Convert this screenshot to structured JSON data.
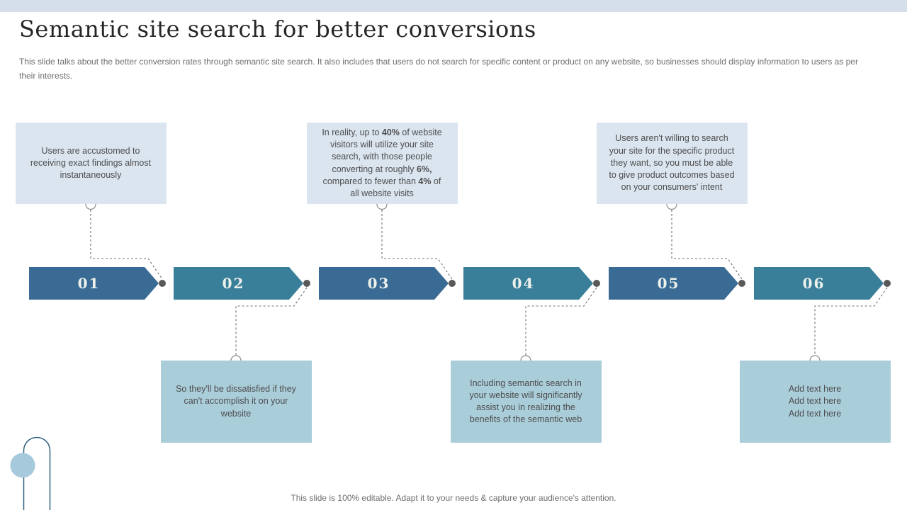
{
  "header": {
    "title": "Semantic site search for better conversions",
    "subtitle": "This slide talks about the better conversion rates through semantic site search. It also includes that users do not search for specific content or product on any website, so businesses should display information to users as per their interests."
  },
  "footer": {
    "note": "This slide is 100% editable. Adapt it to your needs & capture your audience's attention."
  },
  "colors": {
    "top_band": "#d5dfe9",
    "arrow_dark": "#3a6b94",
    "arrow_teal": "#3a7f9a",
    "number_text": "#eef2ec",
    "box_top_bg": "#dbe5f0",
    "box_bottom_bg": "#aacdda",
    "box_text": "#4d4d4d",
    "title_text": "#262626",
    "body_text": "#6e6e6e",
    "connector_line": "#707070",
    "connector_dot": "#595959",
    "open_circle_stroke": "#8c8c8c",
    "decoration_circle": "#a6c9dc",
    "decoration_stroke": "#30617f"
  },
  "steps": [
    {
      "number": "01",
      "variant": "dark",
      "box_position": "top",
      "lines": [
        [
          "Users are accustomed to receiving exact findings almost instantaneously"
        ]
      ]
    },
    {
      "number": "02",
      "variant": "teal",
      "box_position": "bottom",
      "lines": [
        [
          "So they'll be dissatisfied if they can't accomplish it on your website"
        ]
      ]
    },
    {
      "number": "03",
      "variant": "dark",
      "box_position": "top",
      "lines": [
        [
          "In reality, up to ",
          {
            "t": "40%",
            "b": true
          },
          " of website visitors will utilize your site search, with those people converting at roughly ",
          {
            "t": "6%,",
            "b": true
          },
          " compared to fewer than ",
          {
            "t": "4%",
            "b": true
          },
          " of all website visits"
        ]
      ]
    },
    {
      "number": "04",
      "variant": "teal",
      "box_position": "bottom",
      "lines": [
        [
          "Including semantic search in your website will significantly assist you in realizing the benefits of the semantic web"
        ]
      ]
    },
    {
      "number": "05",
      "variant": "dark",
      "box_position": "top",
      "lines": [
        [
          "Users aren't willing to search your site for the specific product they want, so you must be able to give product outcomes based on your consumers' intent"
        ]
      ]
    },
    {
      "number": "06",
      "variant": "teal",
      "box_position": "bottom",
      "lines": [
        [
          "Add text here"
        ],
        [
          "Add text here"
        ],
        [
          "Add text here"
        ]
      ]
    }
  ]
}
